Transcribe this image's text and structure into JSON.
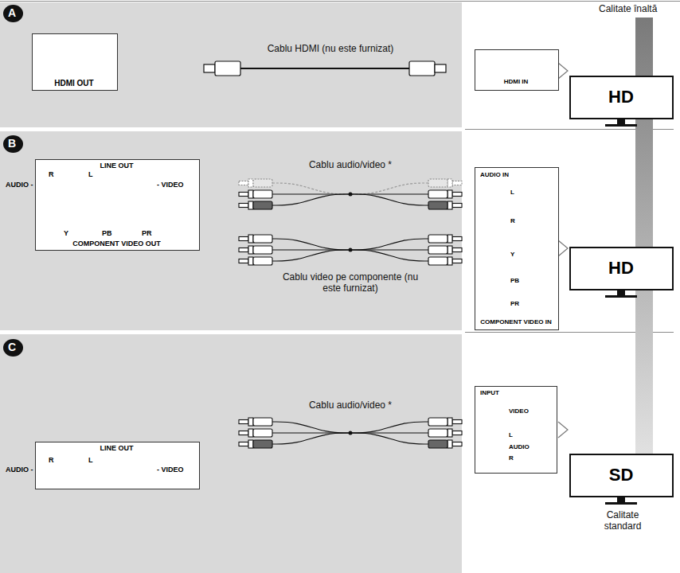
{
  "diagram": {
    "nodes": [
      {
        "text": [
          "A"
        ]
      },
      {
        "text": [
          "HDMI OUT"
        ]
      },
      {
        "text": [
          "HDMI IN"
        ]
      },
      {
        "text": [
          "HD"
        ]
      },
      {
        "text": [
          "B"
        ]
      },
      {
        "text": [
          "LINE OUT",
          "AUDIO -",
          "R",
          "L",
          "- VIDEO",
          "Y",
          "PB",
          "PR",
          "COMPONENT VIDEO OUT"
        ]
      },
      {
        "text": [
          "AUDIO IN",
          "L",
          "R",
          "Y",
          "PB",
          "PR",
          "COMPONENT VIDEO IN"
        ]
      },
      {
        "text": [
          "HD"
        ]
      },
      {
        "text": [
          "C"
        ]
      },
      {
        "text": [
          "LINE OUT",
          "AUDIO -",
          "R",
          "L",
          "- VIDEO"
        ]
      },
      {
        "text": [
          "INPUT",
          "VIDEO",
          "L",
          "AUDIO",
          "R"
        ]
      },
      {
        "text": [
          "SD"
        ]
      }
    ],
    "labels": [
      "Calitate înaltă",
      "Cablu HDMI (nu este furnizat)",
      "Cablu audio/video *",
      "Cablu video pe componente (nu este furnizat)",
      "Cablu audio/video *",
      "Calitate standard"
    ]
  }
}
